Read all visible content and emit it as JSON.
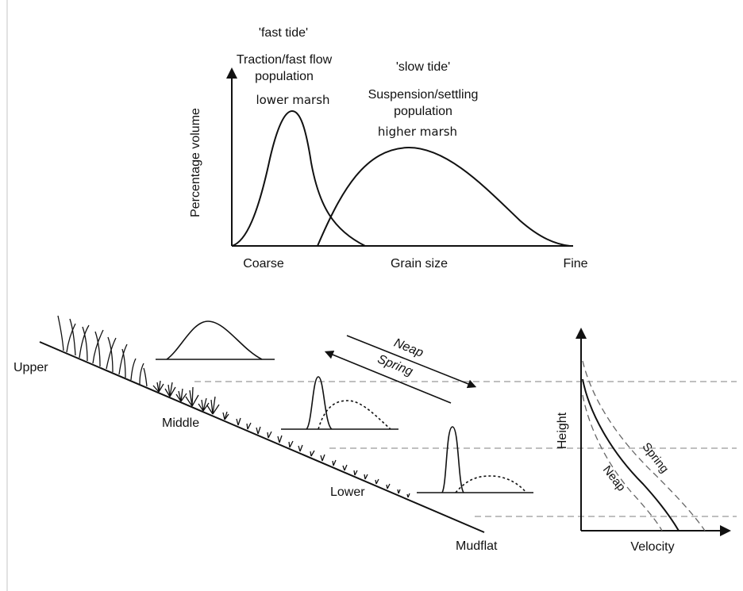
{
  "top_chart": {
    "fast_tide": "'fast tide'",
    "traction_line1": "Traction/fast flow",
    "traction_line2": "population",
    "lower_marsh": "lower marsh",
    "slow_tide": "'slow tide'",
    "suspension_line1": "Suspension/settling",
    "suspension_line2": "population",
    "higher_marsh": "higher marsh",
    "y_axis_label": "Percentage volume",
    "x_left": "Coarse",
    "x_center": "Grain size",
    "x_right": "Fine"
  },
  "marsh": {
    "upper": "Upper",
    "middle": "Middle",
    "lower": "Lower",
    "mudflat": "Mudflat",
    "neap": "Neap",
    "spring": "Spring"
  },
  "velocity_profile": {
    "y_axis_label": "Height",
    "x_axis_label": "Velocity",
    "spring": "Spring",
    "neap": "Neap"
  }
}
